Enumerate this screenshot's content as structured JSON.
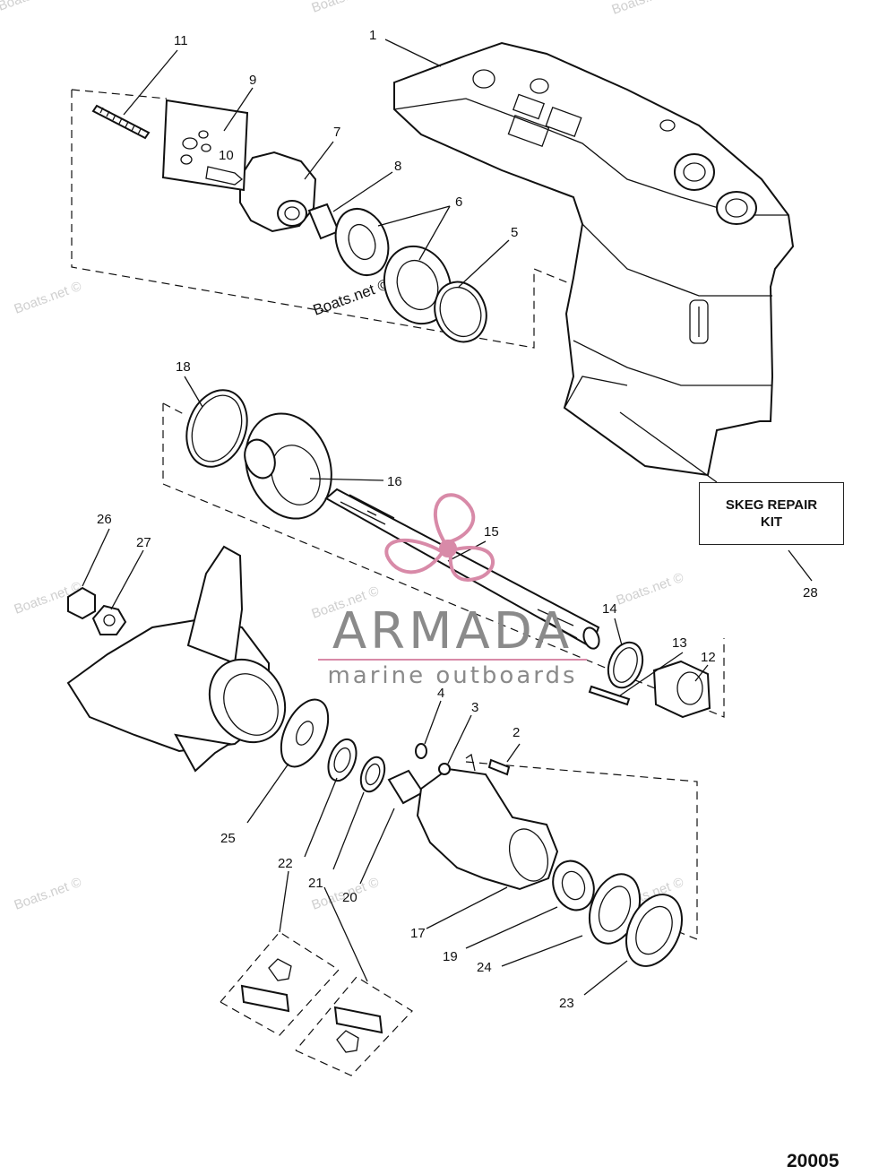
{
  "callouts": [
    {
      "id": "1",
      "text": "1"
    },
    {
      "id": "2",
      "text": "2"
    },
    {
      "id": "3",
      "text": "3"
    },
    {
      "id": "4",
      "text": "4"
    },
    {
      "id": "5",
      "text": "5"
    },
    {
      "id": "6",
      "text": "6"
    },
    {
      "id": "7",
      "text": "7"
    },
    {
      "id": "8",
      "text": "8"
    },
    {
      "id": "9",
      "text": "9"
    },
    {
      "id": "10",
      "text": "10"
    },
    {
      "id": "11",
      "text": "11"
    },
    {
      "id": "12",
      "text": "12"
    },
    {
      "id": "13",
      "text": "13"
    },
    {
      "id": "14",
      "text": "14"
    },
    {
      "id": "15",
      "text": "15"
    },
    {
      "id": "16",
      "text": "16"
    },
    {
      "id": "17",
      "text": "17"
    },
    {
      "id": "18",
      "text": "18"
    },
    {
      "id": "19",
      "text": "19"
    },
    {
      "id": "20",
      "text": "20"
    },
    {
      "id": "21",
      "text": "21"
    },
    {
      "id": "22",
      "text": "22"
    },
    {
      "id": "23",
      "text": "23"
    },
    {
      "id": "24",
      "text": "24"
    },
    {
      "id": "25",
      "text": "25"
    },
    {
      "id": "26",
      "text": "26"
    },
    {
      "id": "27",
      "text": "27"
    },
    {
      "id": "28",
      "text": "28"
    }
  ],
  "skeg_box": {
    "line1": "SKEG REPAIR",
    "line2": "KIT"
  },
  "watermark": {
    "text": "Boats.net ©"
  },
  "brand": {
    "name": "ARMADA",
    "tagline": "marine outboards",
    "color": "#d88aa8"
  },
  "drawing_number": "20005"
}
